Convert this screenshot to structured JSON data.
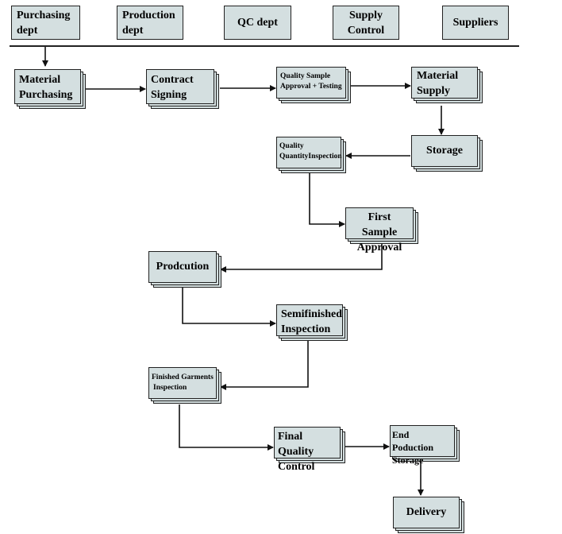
{
  "departments": [
    "Purchasing dept",
    "Production dept",
    "QC dept",
    "Supply Control",
    "Suppliers"
  ],
  "dept_lines": [
    [
      "Purchasing",
      "dept"
    ],
    [
      "Production",
      "dept"
    ],
    [
      "QC dept"
    ],
    [
      "Supply",
      "Control"
    ],
    [
      "Suppliers"
    ]
  ],
  "nodes": {
    "material_purchasing": [
      "Material",
      "Purchasing"
    ],
    "contract_signing": [
      "Contract",
      "Signing"
    ],
    "quality_sample": [
      "Quality Sample",
      "Approval + Testing"
    ],
    "material_supply": [
      "Material",
      "Supply"
    ],
    "storage": [
      "Storage"
    ],
    "quality_quantity": [
      "Quality",
      "QuantityInspection"
    ],
    "first_sample": [
      "First Sample",
      "Approval"
    ],
    "production": [
      "Prodcution"
    ],
    "semifinished": [
      "Semifinished",
      "Inspection"
    ],
    "finished_garments": [
      "Finished Garments",
      "Inspection"
    ],
    "final_quality": [
      "Final Quality",
      "Control"
    ],
    "end_production": [
      "End Poduction",
      "Storage"
    ],
    "delivery": [
      "Delivery"
    ]
  }
}
